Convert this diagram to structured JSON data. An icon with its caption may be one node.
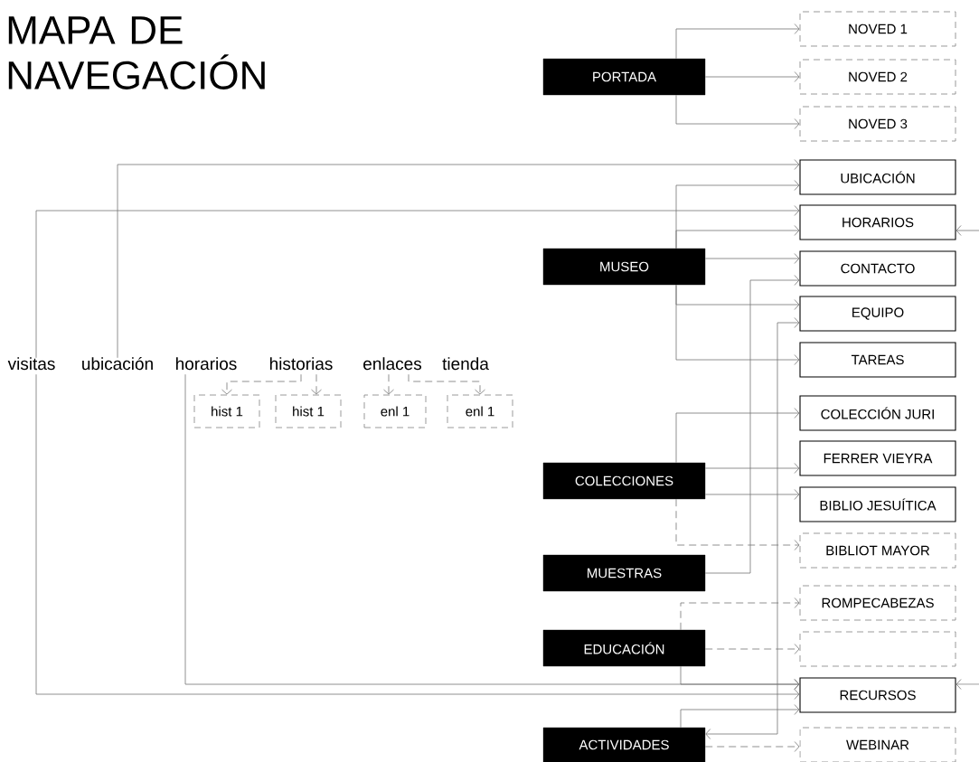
{
  "diagram": {
    "title": "MAPA DE NAVEGACIÓN",
    "nodes": [
      {
        "text": [
          "PORTADA"
        ]
      },
      {
        "text": [
          "NOVED 1"
        ]
      },
      {
        "text": [
          "NOVED 2"
        ]
      },
      {
        "text": [
          "NOVED 3"
        ]
      },
      {
        "text": [
          "UBICACIÓN"
        ]
      },
      {
        "text": [
          "HORARIOS"
        ]
      },
      {
        "text": [
          "CONTACTO"
        ]
      },
      {
        "text": [
          "EQUIPO"
        ]
      },
      {
        "text": [
          "TAREAS"
        ]
      },
      {
        "text": [
          "MUSEO"
        ]
      },
      {
        "text": [
          "visitas"
        ]
      },
      {
        "text": [
          "ubicación"
        ]
      },
      {
        "text": [
          "horarios"
        ]
      },
      {
        "text": [
          "historias"
        ]
      },
      {
        "text": [
          "enlaces"
        ]
      },
      {
        "text": [
          "hist 1"
        ]
      },
      {
        "text": [
          "hist 1"
        ]
      },
      {
        "text": [
          "enl 1"
        ]
      },
      {
        "text": [
          "enl 1"
        ]
      },
      {
        "text": [
          "COLECCIÓN JURI"
        ]
      },
      {
        "text": [
          "FERRER VIEYRA"
        ]
      },
      {
        "text": [
          "BIBLIO JESUÍTICA"
        ]
      },
      {
        "text": [
          "BIBLIOT MAYOR"
        ]
      },
      {
        "text": [
          "COLECCIONES"
        ]
      },
      {
        "text": [
          "MUESTRAS"
        ]
      },
      {
        "text": [
          "ROMPECABEZAS"
        ]
      },
      {
        "text": [],
        "shape": "box"
      },
      {
        "text": [
          "EDUCACIÓN"
        ]
      },
      {
        "text": [
          "RECURSOS"
        ]
      },
      {
        "text": [
          "ACTIVIDADES"
        ]
      },
      {
        "text": [
          "WEBINAR"
        ]
      }
    ],
    "edges": [
      {
        "from": 0,
        "to": 1,
        "arrow": "to"
      },
      {
        "from": 0,
        "to": 2,
        "arrow": "to"
      },
      {
        "from": 0,
        "to": 3,
        "arrow": "to"
      },
      {
        "from": 9,
        "to": 4,
        "arrow": "to"
      },
      {
        "from": 9,
        "to": 5,
        "arrow": "to"
      },
      {
        "from": 9,
        "to": 6,
        "arrow": "to"
      },
      {
        "from": 9,
        "to": 7,
        "arrow": "to"
      },
      {
        "from": 9,
        "to": 8,
        "arrow": "to"
      },
      {
        "from": 11,
        "to": 4,
        "arrow": "to"
      },
      {
        "from": 10,
        "to": 5,
        "arrow": "to"
      },
      {
        "from": 10,
        "to": 28,
        "arrow": "to"
      },
      {
        "from": 12,
        "to": 28,
        "arrow": "to"
      },
      {
        "from": 13,
        "to": 15,
        "arrow": "to",
        "style": "dashed"
      },
      {
        "from": 13,
        "to": 16,
        "arrow": "to",
        "style": "dashed"
      },
      {
        "from": 14,
        "to": 17,
        "arrow": "to",
        "style": "dashed"
      },
      {
        "from": 14,
        "to": 18,
        "arrow": "to",
        "style": "dashed"
      },
      {
        "from": 23,
        "to": 19,
        "arrow": "to"
      },
      {
        "from": 23,
        "to": 20,
        "arrow": "to"
      },
      {
        "from": 23,
        "to": 21,
        "arrow": "to"
      },
      {
        "from": 23,
        "to": 22,
        "arrow": "to",
        "style": "dashed"
      },
      {
        "from": 24,
        "to": 6,
        "arrow": "to"
      },
      {
        "from": 29,
        "to": 7,
        "arrow": "both"
      },
      {
        "from": 27,
        "to": 25,
        "arrow": "to",
        "style": "dashed"
      },
      {
        "from": 27,
        "to": 26,
        "arrow": "to",
        "style": "dashed"
      },
      {
        "from": 27,
        "to": 28,
        "arrow": "to"
      },
      {
        "from": 29,
        "to": 28,
        "arrow": "to"
      },
      {
        "from": 29,
        "to": 30,
        "arrow": "to",
        "style": "dashed"
      },
      {
        "from": null,
        "to": 5,
        "arrow": "to"
      },
      {
        "from": null,
        "to": 28,
        "arrow": "to"
      }
    ],
    "labels": [
      "tienda"
    ]
  }
}
